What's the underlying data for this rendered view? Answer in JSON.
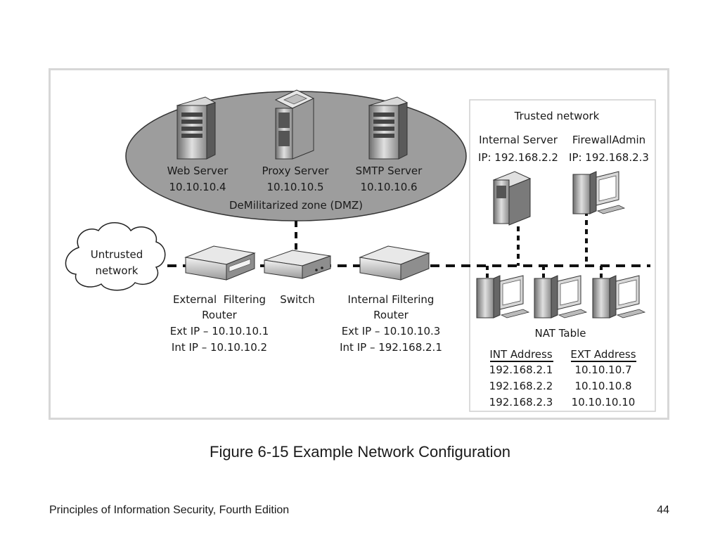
{
  "dmz": {
    "zone_label": "DeMilitarized zone (DMZ)",
    "web_server": {
      "name": "Web Server",
      "ip": "10.10.10.4"
    },
    "proxy_server": {
      "name": "Proxy Server",
      "ip": "10.10.10.5"
    },
    "smtp_server": {
      "name": "SMTP Server",
      "ip": "10.10.10.6"
    }
  },
  "untrusted": {
    "line1": "Untrusted",
    "line2": "network"
  },
  "external_router": {
    "line1": "External  Filtering",
    "line2": "Router",
    "ext_ip": "Ext IP – 10.10.10.1",
    "int_ip": "Int IP – 10.10.10.2"
  },
  "switch": {
    "label": "Switch"
  },
  "internal_router": {
    "line1": "Internal Filtering",
    "line2": "Router",
    "ext_ip": "Ext IP – 10.10.10.3",
    "int_ip": "Int IP – 192.168.2.1"
  },
  "trusted": {
    "title": "Trusted network",
    "internal_server": {
      "name": "Internal Server",
      "ip": "IP: 192.168.2.2"
    },
    "firewall_admin": {
      "name": "FirewallAdmin",
      "ip": "IP: 192.168.2.3"
    }
  },
  "nat_table": {
    "title": "NAT Table",
    "headers": [
      "INT Address",
      "EXT Address"
    ],
    "rows": [
      [
        "192.168.2.1",
        "10.10.10.7"
      ],
      [
        "192.168.2.2",
        "10.10.10.8"
      ],
      [
        "192.168.2.3",
        "10.10.10.10"
      ]
    ]
  },
  "caption": "Figure 6-15 Example Network Configuration",
  "footer": {
    "book": "Principles of Information Security, Fourth Edition",
    "page": "44"
  }
}
